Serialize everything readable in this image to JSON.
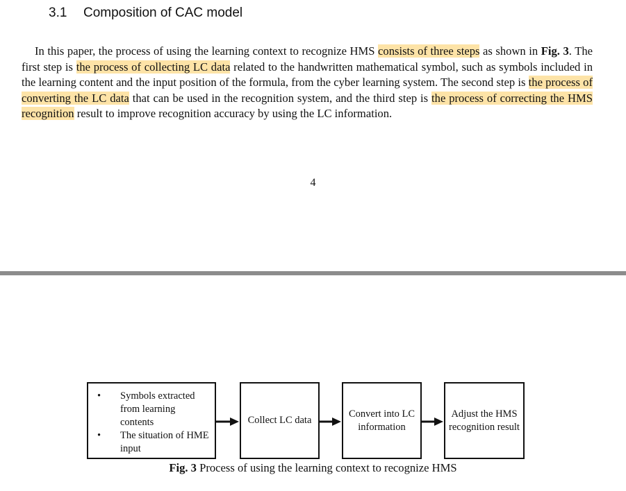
{
  "section": {
    "number": "3.1",
    "title": "Composition of CAC model"
  },
  "paragraph": {
    "p1": "In this paper, the process of using the learning context to recognize HMS ",
    "h1": "consists of three steps",
    "p2": " as shown in ",
    "fig_ref": "Fig. 3",
    "p3": ". The first step is ",
    "h2": "the process of collecting LC data",
    "p4": " related to the handwritten mathematical symbol, such as symbols included in the learning content and the input position of the formula, from the cyber learning system. The second step is ",
    "h3": "the process of converting the LC data",
    "p5": " that can be used in the recognition system, and the third step is ",
    "h4": "the process of correcting the HMS recognition",
    "p6": " result to improve recognition accuracy by using the LC information."
  },
  "page_number": "4",
  "diagram": {
    "box1_items": [
      "Symbols extracted from learning contents",
      "The situation of HME input"
    ],
    "bullet_symbol": "•",
    "box2": "Collect LC data",
    "box3": "Convert into LC information",
    "box4": "Adjust the HMS recognition result"
  },
  "caption": {
    "label": "Fig. 3",
    "text": " Process of using the learning context to recognize HMS"
  },
  "colors": {
    "highlight": "#fde3a7",
    "divider": "#8c8c8c"
  }
}
